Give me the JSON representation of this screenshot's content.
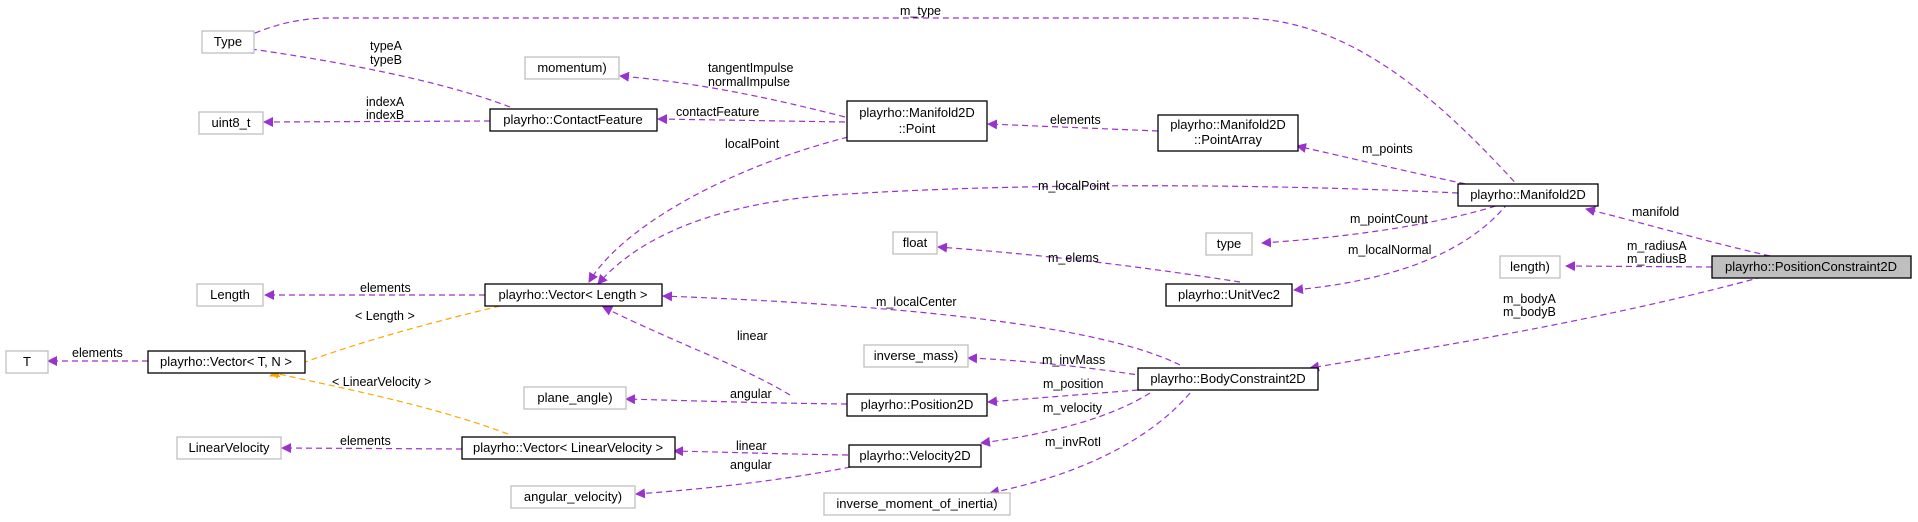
{
  "nodes": {
    "type": "Type",
    "momentum": "momentum)",
    "uint8": "uint8_t",
    "contact_feature": "playrho::ContactFeature",
    "manifold_point": [
      "playrho::Manifold2D",
      "::Point"
    ],
    "point_array": [
      "playrho::Manifold2D",
      "::PointArray"
    ],
    "manifold": "playrho::Manifold2D",
    "float": "float",
    "type_lower": "type",
    "length_fn": "length)",
    "position_constraint": "playrho::PositionConstraint2D",
    "length": "Length",
    "vector_length": "playrho::Vector< Length >",
    "unitvec": "playrho::UnitVec2",
    "t": "T",
    "vector_tn": "playrho::Vector< T, N >",
    "inverse_mass": "inverse_mass)",
    "body_constraint": "playrho::BodyConstraint2D",
    "plane_angle": "plane_angle)",
    "position2d": "playrho::Position2D",
    "linear_velocity": "LinearVelocity",
    "vector_lv": "playrho::Vector< LinearVelocity >",
    "velocity2d": "playrho::Velocity2D",
    "angular_velocity": "angular_velocity)",
    "inverse_moi": "inverse_moment_of_inertia)"
  },
  "edge_labels": {
    "m_type": "m_type",
    "type_ab": [
      "typeA",
      "typeB"
    ],
    "tangent_normal": [
      "tangentImpulse",
      "normalImpulse"
    ],
    "index_ab": [
      "indexA",
      "indexB"
    ],
    "contact_feature": "contactFeature",
    "elements_points": "elements",
    "local_point": "localPoint",
    "m_points": "m_points",
    "m_local_point": "m_localPoint",
    "manifold": "manifold",
    "m_point_count": "m_pointCount",
    "m_radius": [
      "m_radiusA",
      "m_radiusB"
    ],
    "m_elems": "m_elems",
    "m_local_normal": "m_localNormal",
    "elements_length": "elements",
    "m_local_center": "m_localCenter",
    "m_body": [
      "m_bodyA",
      "m_bodyB"
    ],
    "tmpl_length": "< Length >",
    "elements_t": "elements",
    "linear_pos": "linear",
    "m_inv_mass": "m_invMass",
    "tmpl_lv": "< LinearVelocity >",
    "angular_pos": "angular",
    "m_position": "m_position",
    "m_velocity": "m_velocity",
    "elements_lv": "elements",
    "linear_vel": "linear",
    "m_inv_rotl": "m_invRotI",
    "angular_vel": "angular"
  },
  "colors": {
    "member_edge": "#9a32cd",
    "template_edge": "#ffa500",
    "focus_fill": "#bfbfbf",
    "faint_border": "#bfbfbf"
  }
}
